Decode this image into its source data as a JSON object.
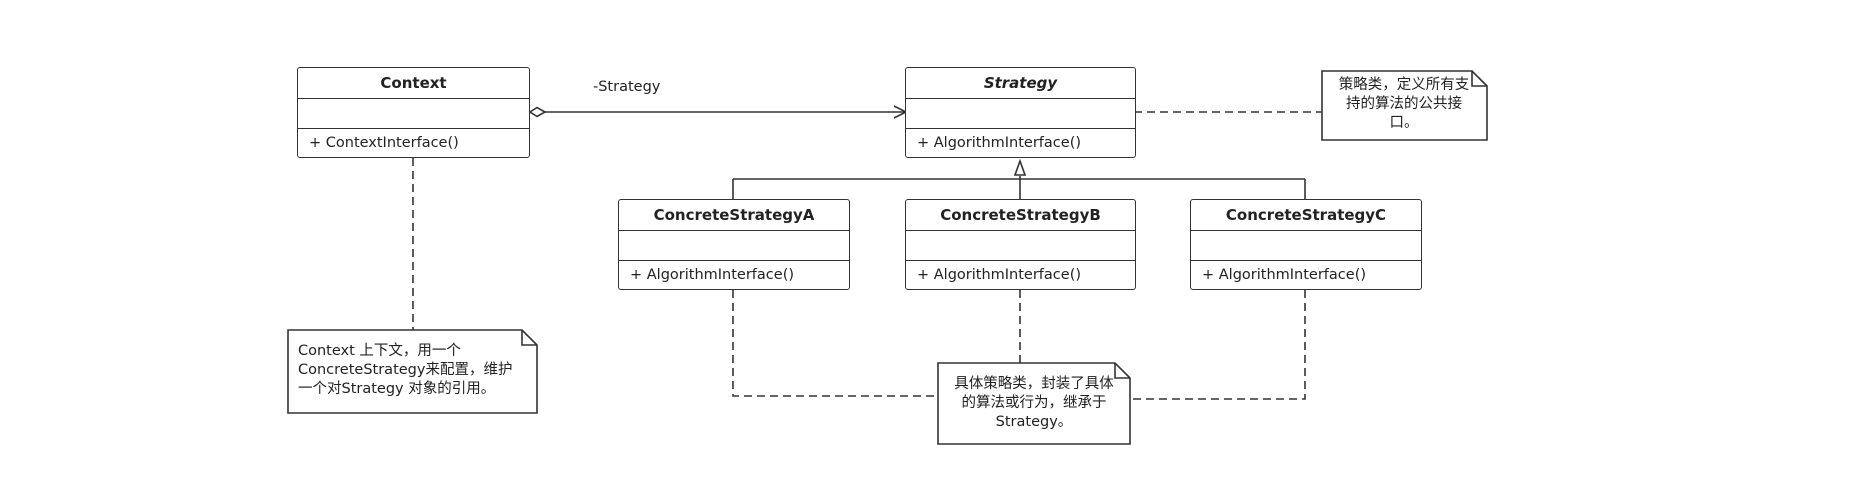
{
  "context": {
    "name": "Context",
    "operation": "+ ContextInterface()"
  },
  "strategy": {
    "name": "Strategy",
    "operation": "+ AlgorithmInterface()"
  },
  "concrete_a": {
    "name": "ConcreteStrategyA",
    "operation": "+ AlgorithmInterface()"
  },
  "concrete_b": {
    "name": "ConcreteStrategyB",
    "operation": "+ AlgorithmInterface()"
  },
  "concrete_c": {
    "name": "ConcreteStrategyC",
    "operation": "+ AlgorithmInterface()"
  },
  "association_label": "-Strategy",
  "notes": {
    "strategy_note": "策略类，定义所有支\n持的算法的公共接\n口。",
    "context_note": "Context 上下文，用一个\nConcreteStrategy来配置，维护\n一个对Strategy 对象的引用。",
    "concrete_note": "具体策略类，封装了具体\n的算法或行为，继承于\nStrategy。"
  },
  "colors": {
    "line": "#333333",
    "background": "#ffffff",
    "text": "#222222"
  }
}
